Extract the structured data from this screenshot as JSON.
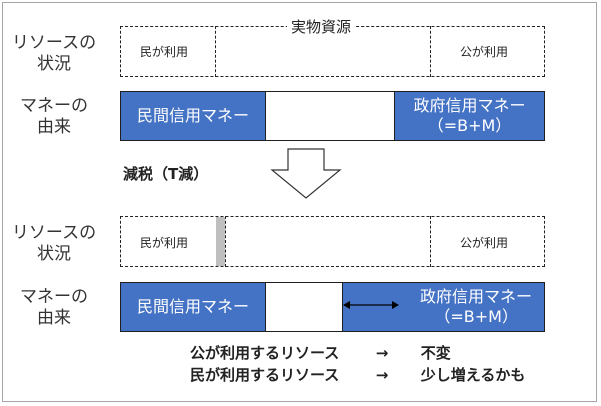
{
  "real_resources": "実物資源",
  "top": {
    "resource_label": [
      "リソースの",
      "状況"
    ],
    "money_label": [
      "マネーの",
      "由来"
    ],
    "private_use": "民が利用",
    "public_use": "公が利用",
    "private_money": "民間信用マネー",
    "gov_money": "政府信用マネー",
    "gov_money_formula": "（=B+M）"
  },
  "transition_label": "減税（T減）",
  "bottom": {
    "resource_label": [
      "リソースの",
      "状況"
    ],
    "money_label": [
      "マネーの",
      "由来"
    ],
    "private_use": "民が利用",
    "public_use": "公が利用",
    "private_money": "民間信用マネー",
    "gov_money": "政府信用マネー",
    "gov_money_formula": "（=B+M）"
  },
  "conclusions": [
    {
      "subject": "公が利用するリソース",
      "arrow": "→",
      "result": "不変"
    },
    {
      "subject": "民が利用するリソース",
      "arrow": "→",
      "result": "少し増えるかも"
    }
  ],
  "colors": {
    "blue": "#4472c4",
    "gray": "#bfbfbf"
  }
}
